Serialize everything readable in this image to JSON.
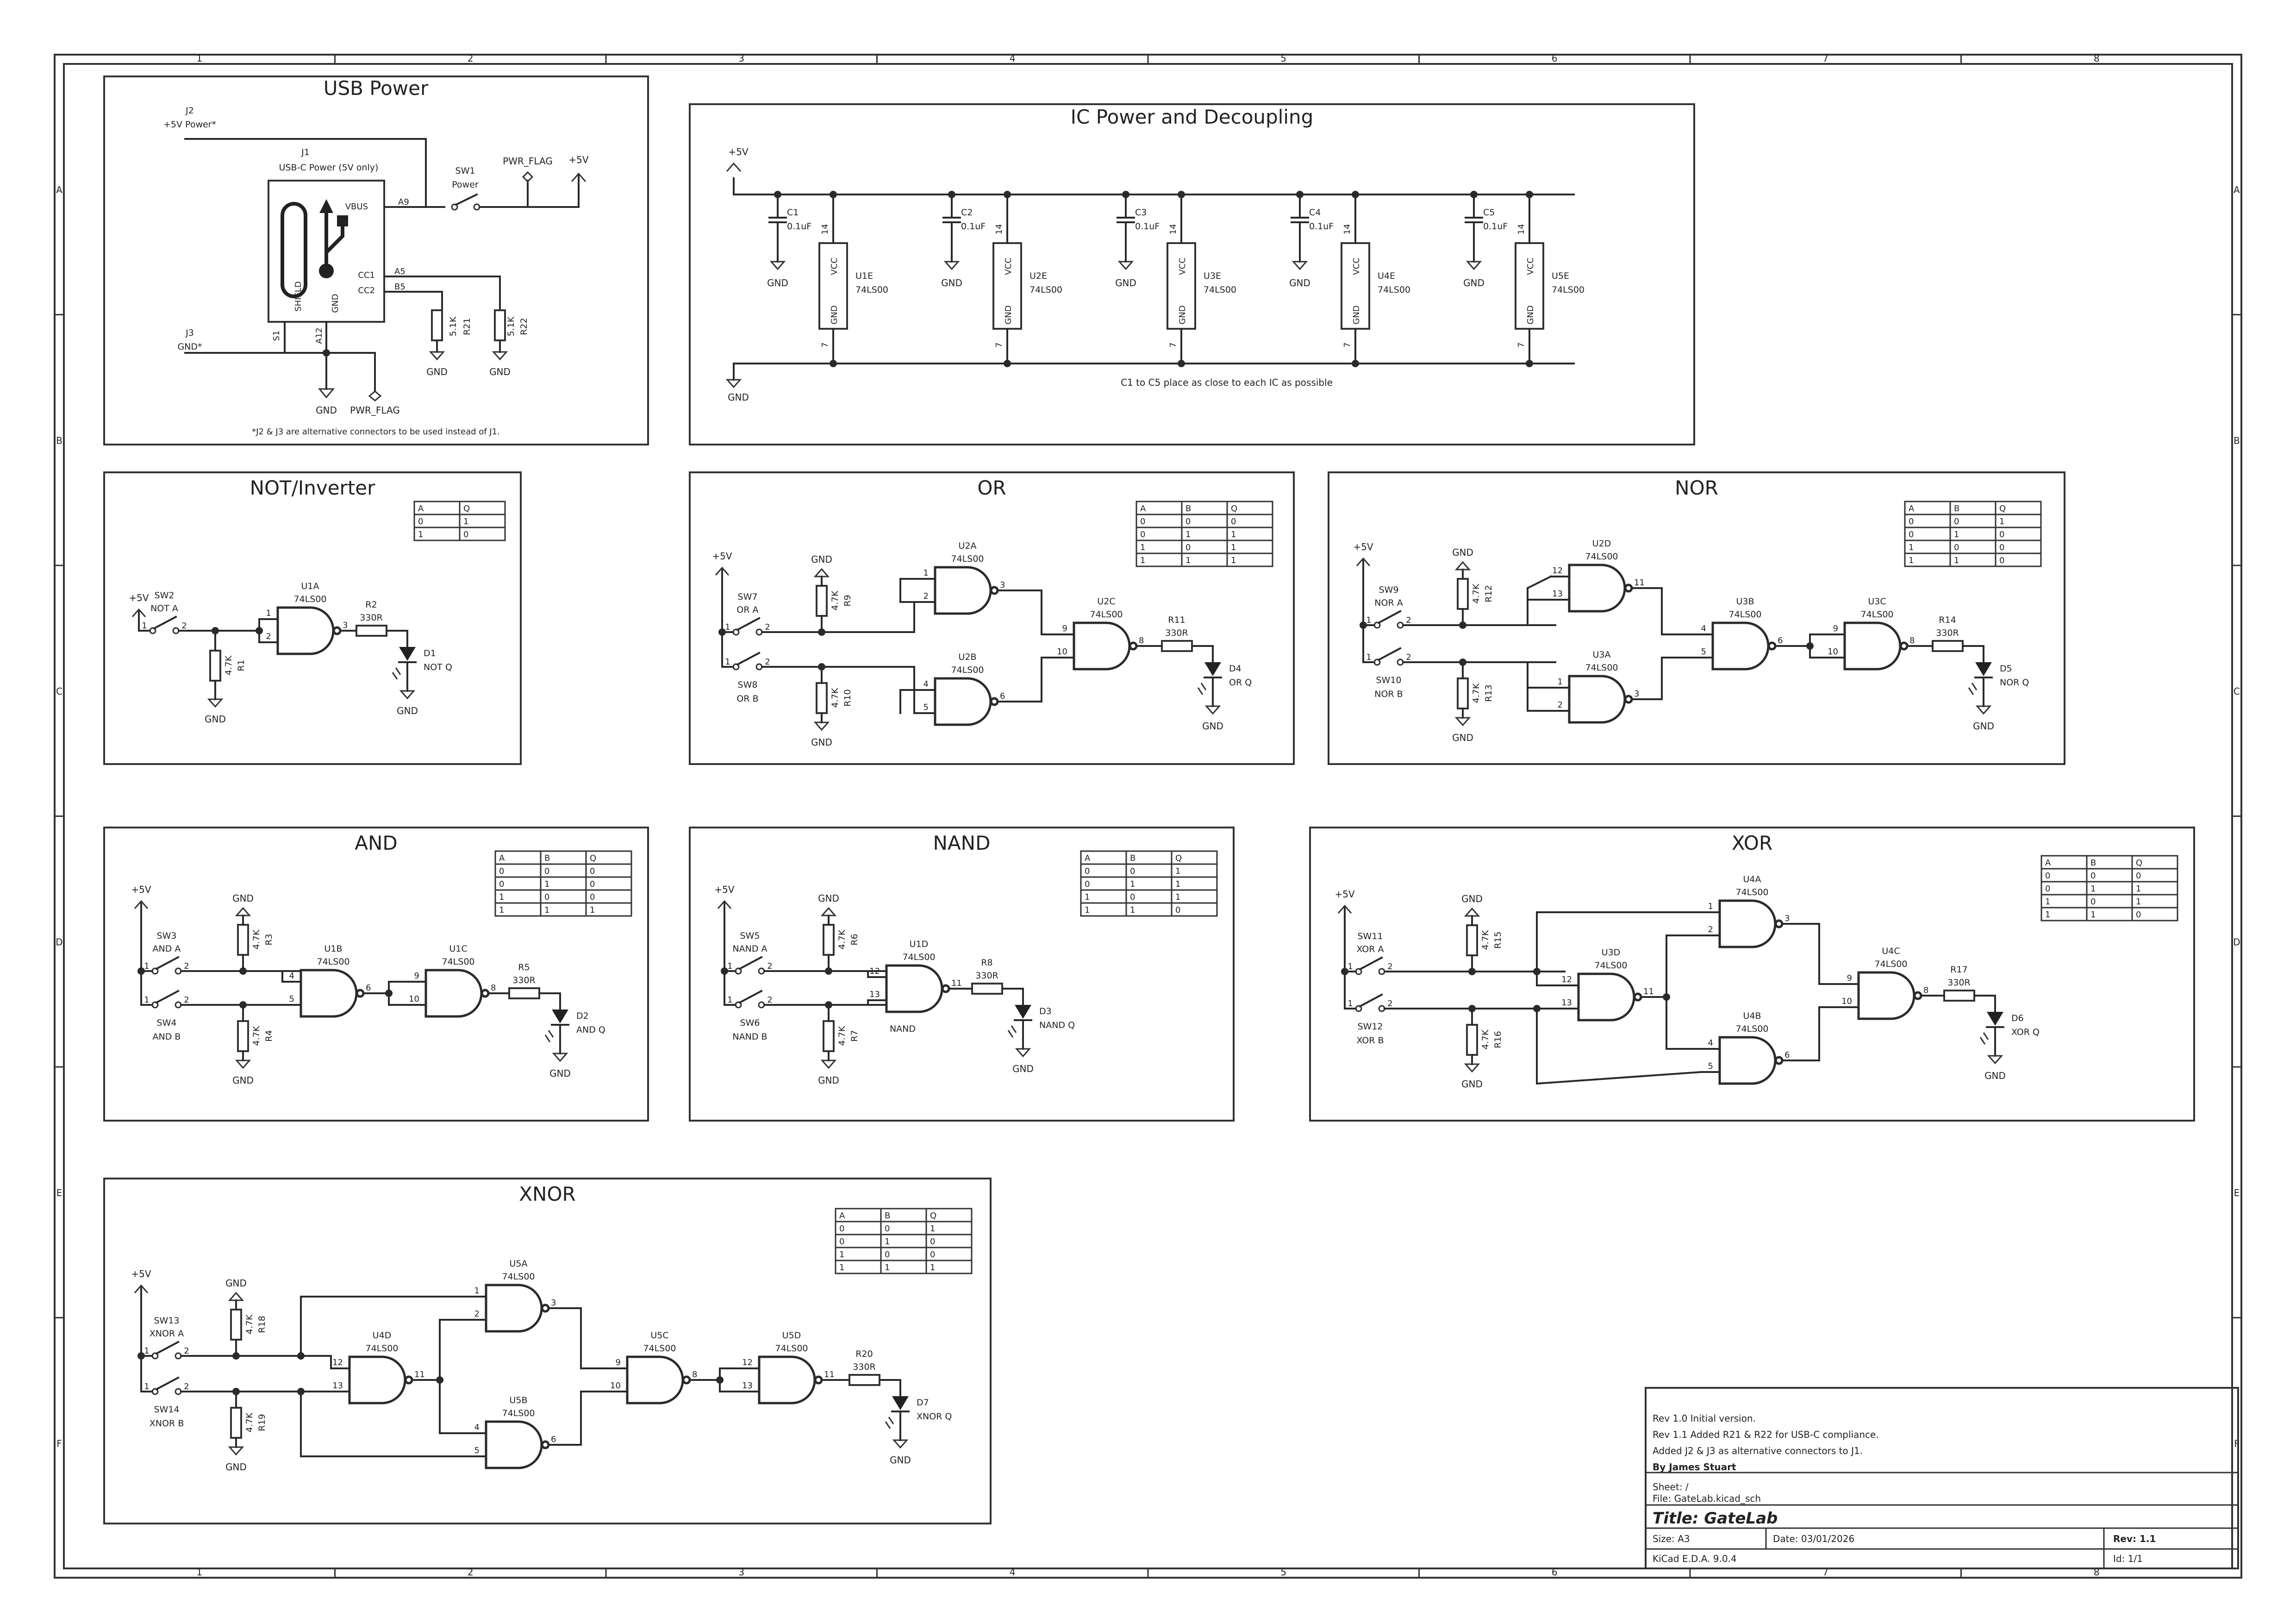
{
  "border": {
    "cols": [
      "1",
      "2",
      "3",
      "4",
      "5",
      "6",
      "7",
      "8"
    ],
    "rows": [
      "A",
      "B",
      "C",
      "D",
      "E",
      "F"
    ]
  },
  "usb": {
    "title": "USB Power",
    "j2_ref": "J2",
    "j2_val": "+5V Power*",
    "j1_ref": "J1",
    "j1_val": "USB-C Power (5V only)",
    "sw1_ref": "SW1",
    "sw1_val": "Power",
    "pwr_flag": "PWR_FLAG",
    "plus5v": "+5V",
    "vbus": "VBUS",
    "a9": "A9",
    "cc1": "CC1",
    "cc2": "CC2",
    "a5": "A5",
    "b5": "B5",
    "shield": "SHIELD",
    "gndpin": "GND",
    "s1": "S1",
    "a12": "A12",
    "r21_ref": "R21",
    "r21_val": "5.1K",
    "r22_ref": "R22",
    "r22_val": "5.1K",
    "j3_ref": "J3",
    "j3_val": "GND*",
    "gnd": "GND",
    "note": "*J2 & J3 are alternative connectors to be used instead of J1."
  },
  "ic": {
    "title": "IC Power and Decoupling",
    "plus5v": "+5V",
    "gnd": "GND",
    "caps": [
      {
        "ref": "C1",
        "val": "0.1uF"
      },
      {
        "ref": "C2",
        "val": "0.1uF"
      },
      {
        "ref": "C3",
        "val": "0.1uF"
      },
      {
        "ref": "C4",
        "val": "0.1uF"
      },
      {
        "ref": "C5",
        "val": "0.1uF"
      }
    ],
    "ics": [
      {
        "ref": "U1E",
        "val": "74LS00"
      },
      {
        "ref": "U2E",
        "val": "74LS00"
      },
      {
        "ref": "U3E",
        "val": "74LS00"
      },
      {
        "ref": "U4E",
        "val": "74LS00"
      },
      {
        "ref": "U5E",
        "val": "74LS00"
      }
    ],
    "vcc": "VCC",
    "gndlbl": "GND",
    "pin14": "14",
    "pin7": "7",
    "note": "C1 to C5 place as close to each IC as possible"
  },
  "not": {
    "title": "NOT/Inverter",
    "table": [
      [
        "A",
        "Q"
      ],
      [
        "0",
        "1"
      ],
      [
        "1",
        "0"
      ]
    ],
    "sw_ref": "SW2",
    "sw_val": "NOT A",
    "r_ref": "R1",
    "r_val": "4.7K",
    "u_ref": "U1A",
    "u_val": "74LS00",
    "rq_ref": "R2",
    "rq_val": "330R",
    "d_ref": "D1",
    "d_val": "NOT Q"
  },
  "or": {
    "title": "OR",
    "table": [
      [
        "A",
        "B",
        "Q"
      ],
      [
        "0",
        "0",
        "0"
      ],
      [
        "0",
        "1",
        "1"
      ],
      [
        "1",
        "0",
        "1"
      ],
      [
        "1",
        "1",
        "1"
      ]
    ],
    "swa": "SW7",
    "swa_val": "OR A",
    "swb": "SW8",
    "swb_val": "OR B",
    "ra": "R9",
    "rb": "R10",
    "rv": "4.7K",
    "u1": "U2A",
    "u2": "U2B",
    "u3": "U2C",
    "uv": "74LS00",
    "rq": "R11",
    "rqv": "330R",
    "d": "D4",
    "dv": "OR Q"
  },
  "nor": {
    "title": "NOR",
    "table": [
      [
        "A",
        "B",
        "Q"
      ],
      [
        "0",
        "0",
        "1"
      ],
      [
        "0",
        "1",
        "0"
      ],
      [
        "1",
        "0",
        "0"
      ],
      [
        "1",
        "1",
        "0"
      ]
    ],
    "swa": "SW9",
    "swa_val": "NOR A",
    "swb": "SW10",
    "swb_val": "NOR B",
    "ra": "R12",
    "rb": "R13",
    "rv": "4.7K",
    "u1": "U2D",
    "u2": "U3A",
    "u3": "U3B",
    "u4": "U3C",
    "uv": "74LS00",
    "rq": "R14",
    "rqv": "330R",
    "d": "D5",
    "dv": "NOR Q"
  },
  "and": {
    "title": "AND",
    "table": [
      [
        "A",
        "B",
        "Q"
      ],
      [
        "0",
        "0",
        "0"
      ],
      [
        "0",
        "1",
        "0"
      ],
      [
        "1",
        "0",
        "0"
      ],
      [
        "1",
        "1",
        "1"
      ]
    ],
    "swa": "SW3",
    "swa_val": "AND A",
    "swb": "SW4",
    "swb_val": "AND B",
    "ra": "R3",
    "rb": "R4",
    "rv": "4.7K",
    "u1": "U1B",
    "u2": "U1C",
    "uv": "74LS00",
    "rq": "R5",
    "rqv": "330R",
    "d": "D2",
    "dv": "AND Q"
  },
  "nand": {
    "title": "NAND",
    "table": [
      [
        "A",
        "B",
        "Q"
      ],
      [
        "0",
        "0",
        "1"
      ],
      [
        "0",
        "1",
        "1"
      ],
      [
        "1",
        "0",
        "1"
      ],
      [
        "1",
        "1",
        "0"
      ]
    ],
    "swa": "SW5",
    "swa_val": "NAND A",
    "swb": "SW6",
    "swb_val": "NAND B",
    "ra": "R6",
    "rb": "R7",
    "rv": "4.7K",
    "u1": "U1D",
    "uv": "74LS00",
    "unet": "NAND",
    "rq": "R8",
    "rqv": "330R",
    "d": "D3",
    "dv": "NAND Q"
  },
  "xor": {
    "title": "XOR",
    "table": [
      [
        "A",
        "B",
        "Q"
      ],
      [
        "0",
        "0",
        "0"
      ],
      [
        "0",
        "1",
        "1"
      ],
      [
        "1",
        "0",
        "1"
      ],
      [
        "1",
        "1",
        "0"
      ]
    ],
    "swa": "SW11",
    "swa_val": "XOR A",
    "swb": "SW12",
    "swb_val": "XOR B",
    "ra": "R15",
    "rb": "R16",
    "rv": "4.7K",
    "u1": "U3D",
    "u2": "U4A",
    "u3": "U4B",
    "u4": "U4C",
    "uv": "74LS00",
    "rq": "R17",
    "rqv": "330R",
    "d": "D6",
    "dv": "XOR Q"
  },
  "xnor": {
    "title": "XNOR",
    "table": [
      [
        "A",
        "B",
        "Q"
      ],
      [
        "0",
        "0",
        "1"
      ],
      [
        "0",
        "1",
        "0"
      ],
      [
        "1",
        "0",
        "0"
      ],
      [
        "1",
        "1",
        "1"
      ]
    ],
    "swa": "SW13",
    "swa_val": "XNOR A",
    "swb": "SW14",
    "swb_val": "XNOR B",
    "ra": "R18",
    "rb": "R19",
    "rv": "4.7K",
    "u1": "U4D",
    "u2": "U5A",
    "u3": "U5B",
    "u4": "U5C",
    "u5": "U5D",
    "uv": "74LS00",
    "rq": "R20",
    "rqv": "330R",
    "d": "D7",
    "dv": "XNOR Q"
  },
  "common": {
    "plus5v": "+5V",
    "gnd": "GND"
  },
  "titleblock": {
    "rev_notes": [
      "Rev 1.0 Initial version.",
      "Rev 1.1 Added R21 & R22 for USB-C compliance.",
      "Added J2 & J3 as alternative connectors to J1."
    ],
    "author": "By James Stuart",
    "sheet": "Sheet: /",
    "file": "File: GateLab.kicad_sch",
    "title": "Title: GateLab",
    "size": "Size: A3",
    "date": "Date: 03/01/2026",
    "rev": "Rev: 1.1",
    "tool": "KiCad E.D.A. 9.0.4",
    "id": "Id: 1/1"
  }
}
